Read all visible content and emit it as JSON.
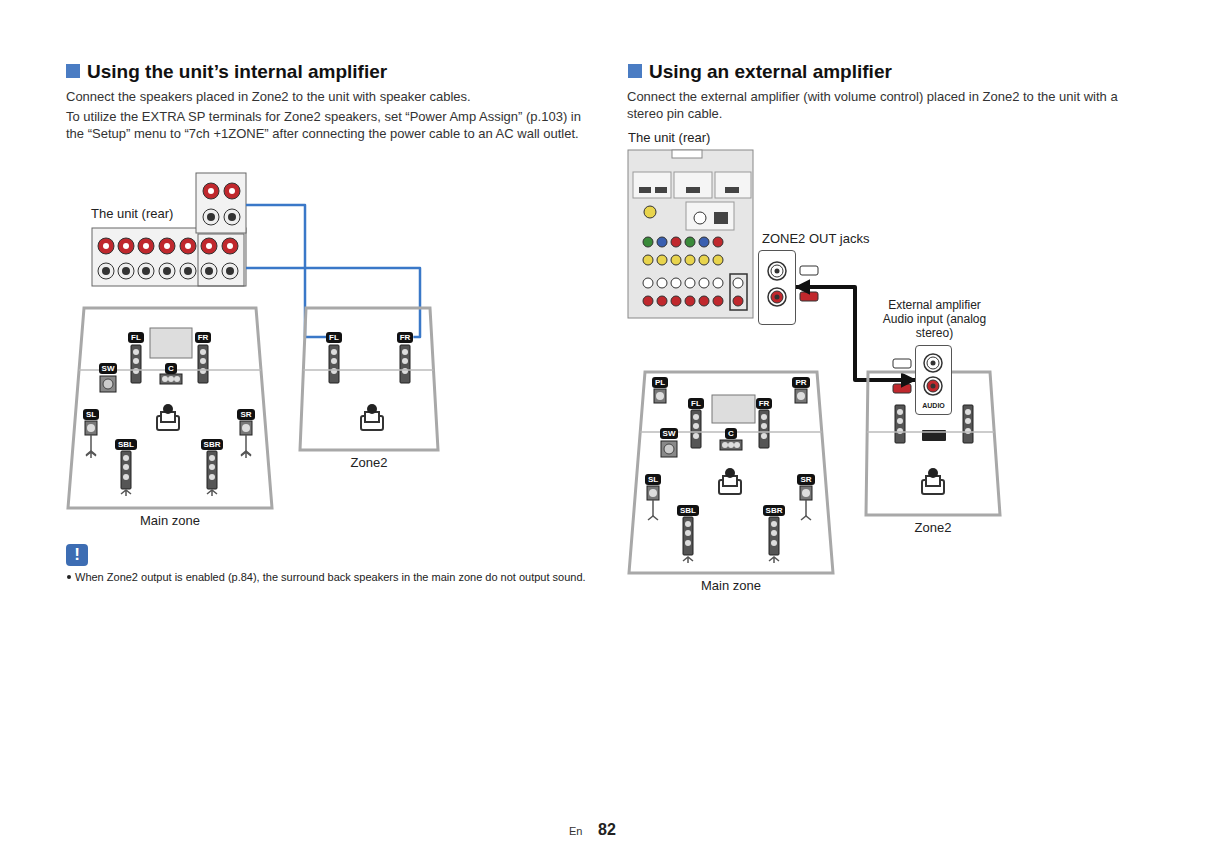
{
  "diagram": {
    "nodes": [
      {
        "text": [
          "Main zone"
        ]
      },
      {
        "text": [
          "FL"
        ],
        "in": 0
      },
      {
        "text": [
          "FR"
        ],
        "in": 0
      },
      {
        "text": [
          "SW"
        ],
        "in": 0
      },
      {
        "text": [
          "C"
        ],
        "in": 0
      },
      {
        "text": [
          "SL"
        ],
        "in": 0
      },
      {
        "text": [
          "SR"
        ],
        "in": 0
      },
      {
        "text": [
          "SBL"
        ],
        "in": 0
      },
      {
        "text": [
          "SBR"
        ],
        "in": 0
      },
      {
        "text": [
          "Zone2"
        ]
      },
      {
        "text": [
          "FL"
        ],
        "in": 9
      },
      {
        "text": [
          "FR"
        ],
        "in": 9
      },
      {
        "text": [
          "The unit (rear)"
        ]
      },
      {
        "text": [
          "!"
        ]
      },
      {
        "text": [
          "The unit (rear)"
        ]
      },
      {
        "text": [
          "ZONE2 OUT jacks"
        ]
      },
      {
        "text": [
          "Main zone"
        ]
      },
      {
        "text": [
          "PL"
        ],
        "in": 16
      },
      {
        "text": [
          "PR"
        ],
        "in": 16
      },
      {
        "text": [
          "FL"
        ],
        "in": 16
      },
      {
        "text": [
          "FR"
        ],
        "in": 16
      },
      {
        "text": [
          "SW"
        ],
        "in": 16
      },
      {
        "text": [
          "C"
        ],
        "in": 16
      },
      {
        "text": [
          "SL"
        ],
        "in": 16
      },
      {
        "text": [
          "SR"
        ],
        "in": 16
      },
      {
        "text": [
          "SBL"
        ],
        "in": 16
      },
      {
        "text": [
          "SBR"
        ],
        "in": 16
      },
      {
        "text": [
          "Zone2"
        ]
      },
      {
        "text": [
          "External amplifier Audio input (analog stereo)",
          "AUDIO"
        ]
      }
    ],
    "edges": [
      {
        "from": 12,
        "to": 10,
        "arrow": "none"
      },
      {
        "from": 12,
        "to": 11,
        "arrow": "none"
      },
      {
        "from": 15,
        "to": 28,
        "arrow": "both"
      }
    ],
    "labels": [
      "Using the unit’s internal amplifier",
      "Connect the speakers placed in Zone2 to the unit with speaker cables.",
      "To utilize the EXTRA SP terminals for Zone2 speakers, set “Power Amp Assign” (p.103) in the “Setup” menu to “7ch +1ZONE” after connecting the power cable to an AC wall outlet.",
      "When Zone2 output is enabled (p.84), the surround back speakers in the main zone do not output sound.",
      "Using an external amplifier",
      "Connect the external amplifier (with volume control) placed in Zone2 to the unit with a stereo pin cable.",
      "En",
      "82"
    ]
  }
}
